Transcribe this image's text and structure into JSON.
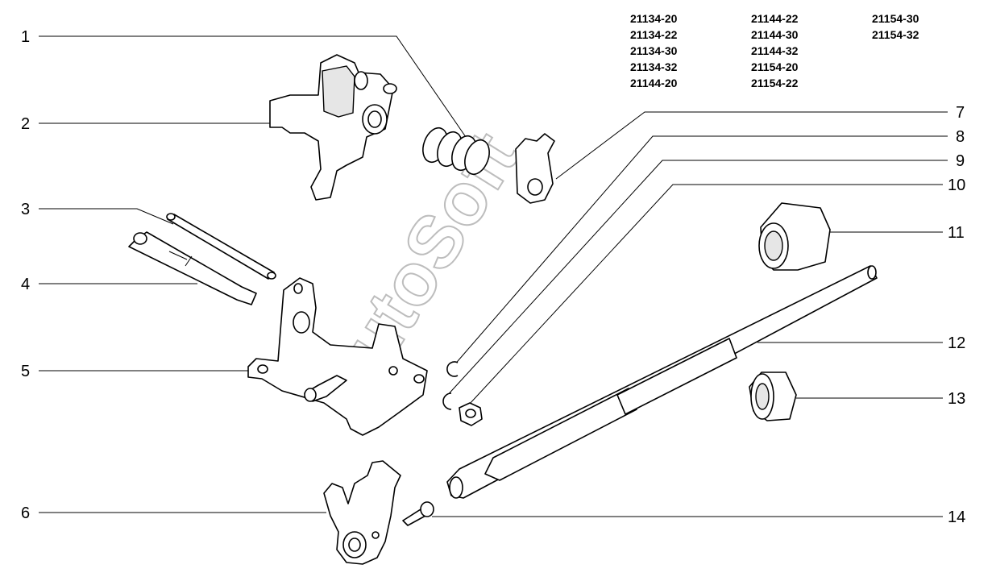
{
  "model_codes": {
    "col1": [
      "21134-20",
      "21134-22",
      "21134-30",
      "21134-32",
      "21144-20"
    ],
    "col2": [
      "21144-22",
      "21144-30",
      "21144-32",
      "21154-20",
      "21154-22"
    ],
    "col3": [
      "21154-30",
      "21154-32"
    ]
  },
  "callouts_left": [
    "1",
    "2",
    "3",
    "4",
    "5",
    "6"
  ],
  "callouts_right": [
    "7",
    "8",
    "9",
    "10",
    "11",
    "12",
    "13",
    "14"
  ],
  "watermark": "AutoSoft"
}
